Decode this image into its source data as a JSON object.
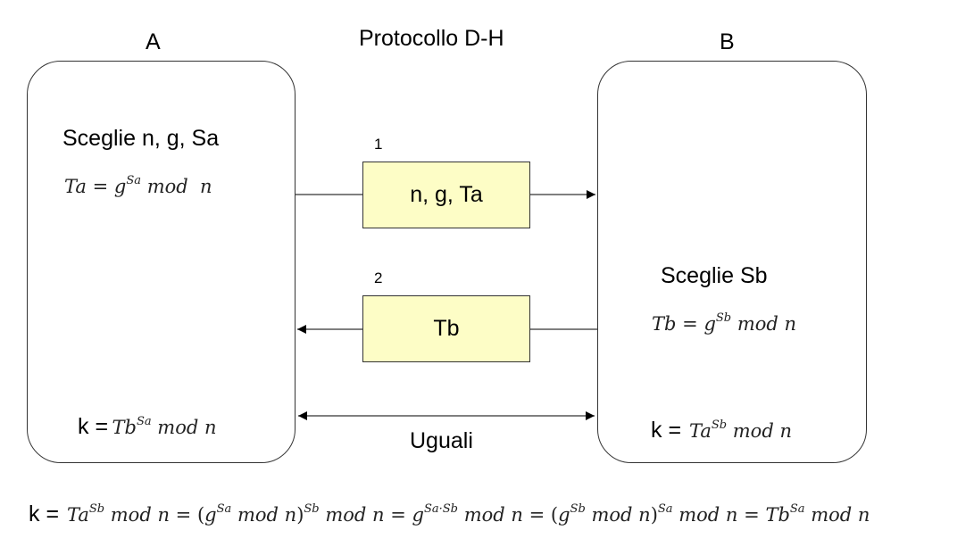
{
  "title": "Protocollo D-H",
  "party_a": {
    "label": "A",
    "choose": "Sceglie n, g, Sa",
    "formula": {
      "lhs": "Ta",
      "base": "g",
      "exp": "Sa",
      "mod": "mod",
      "mod_var": "n"
    },
    "key": {
      "k_label": "k =",
      "base": "Tb",
      "exp": "Sa",
      "mod": "mod",
      "mod_var": "n"
    }
  },
  "party_b": {
    "label": "B",
    "choose": "Sceglie Sb",
    "formula": {
      "lhs": "Tb",
      "base": "g",
      "exp": "Sb",
      "mod": "mod",
      "mod_var": "n"
    },
    "key": {
      "k_label": "k =",
      "base": "Ta",
      "exp": "Sb",
      "mod": "mod",
      "mod_var": "n"
    }
  },
  "messages": [
    {
      "step": "1",
      "content": "n, g, Ta",
      "direction": "A-to-B"
    },
    {
      "step": "2",
      "content": "Tb",
      "direction": "B-to-A"
    }
  ],
  "equal_label": "Uguali",
  "bottom_equation": {
    "k_label": "k =",
    "t1": {
      "base": "Ta",
      "exp": "Sb"
    },
    "t2": {
      "base": "g",
      "exp": "Sa",
      "outer_exp": "Sb"
    },
    "t3": {
      "base": "g",
      "exp": "Sa·Sb"
    },
    "t4": {
      "base": "g",
      "exp": "Sb",
      "outer_exp": "Sa"
    },
    "t5": {
      "base": "Tb",
      "exp": "Sa"
    },
    "mod": "mod",
    "mod_var": "n"
  },
  "colors": {
    "message_box_fill": "#fdfdc6",
    "stroke": "#333333"
  }
}
